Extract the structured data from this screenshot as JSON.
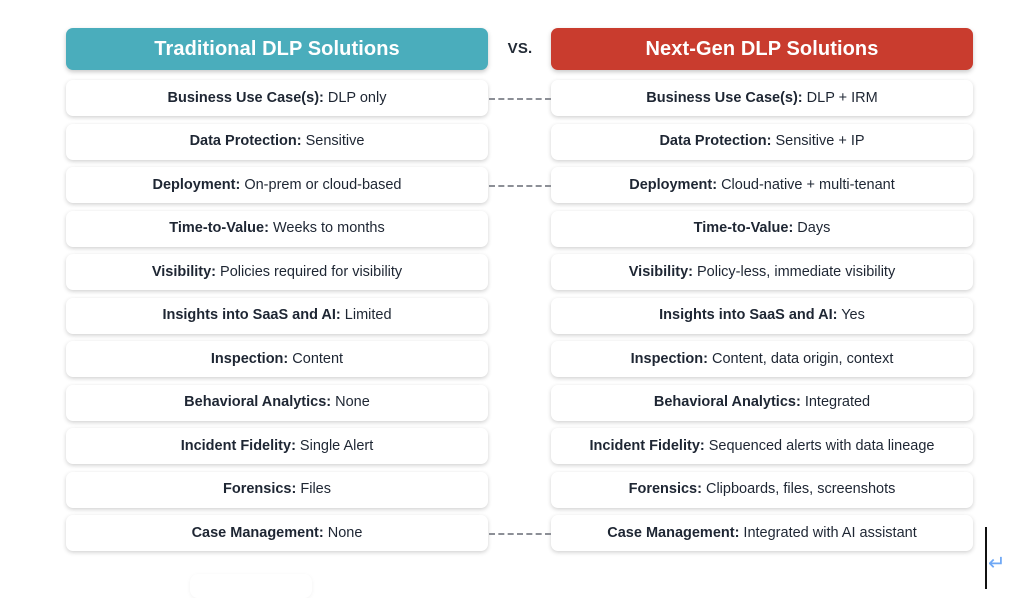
{
  "comparison": {
    "vs_label": "VS.",
    "left_column": {
      "header": "Traditional DLP Solutions",
      "header_color": "#4AADBC",
      "rows": [
        {
          "label": "Business Use Case(s):",
          "value": " DLP only"
        },
        {
          "label": "Data Protection:",
          "value": " Sensitive"
        },
        {
          "label": "Deployment:",
          "value": " On-prem or cloud-based"
        },
        {
          "label": "Time-to-Value:",
          "value": " Weeks to months"
        },
        {
          "label": "Visibility:",
          "value": " Policies required for visibility"
        },
        {
          "label": "Insights into SaaS and AI:",
          "value": " Limited"
        },
        {
          "label": "Inspection:",
          "value": " Content"
        },
        {
          "label": "Behavioral Analytics:",
          "value": " None"
        },
        {
          "label": "Incident Fidelity:",
          "value": " Single Alert"
        },
        {
          "label": "Forensics:",
          "value": " Files"
        },
        {
          "label": "Case Management:",
          "value": " None"
        }
      ]
    },
    "right_column": {
      "header": "Next-Gen DLP Solutions",
      "header_color": "#C93C2E",
      "rows": [
        {
          "label": "Business Use Case(s):",
          "value": " DLP + IRM"
        },
        {
          "label": "Data Protection:",
          "value": " Sensitive + IP"
        },
        {
          "label": "Deployment:",
          "value": " Cloud-native + multi-tenant"
        },
        {
          "label": "Time-to-Value:",
          "value": " Days"
        },
        {
          "label": "Visibility:",
          "value": " Policy-less, immediate visibility"
        },
        {
          "label": "Insights into SaaS and AI:",
          "value": " Yes"
        },
        {
          "label": "Inspection:",
          "value": " Content, data origin, context"
        },
        {
          "label": "Behavioral Analytics:",
          "value": " Integrated"
        },
        {
          "label": "Incident Fidelity:",
          "value": " Sequenced alerts with data lineage"
        },
        {
          "label": "Forensics:",
          "value": " Clipboards, files, screenshots"
        },
        {
          "label": "Case Management:",
          "value": " Integrated with AI assistant"
        }
      ]
    },
    "connector_rows": [
      0,
      2,
      10
    ],
    "connector_color": "#8C8F96",
    "text_color": "#1E2633"
  },
  "cursor": {
    "return_symbol": "↵",
    "return_color": "#6FA8F5"
  }
}
